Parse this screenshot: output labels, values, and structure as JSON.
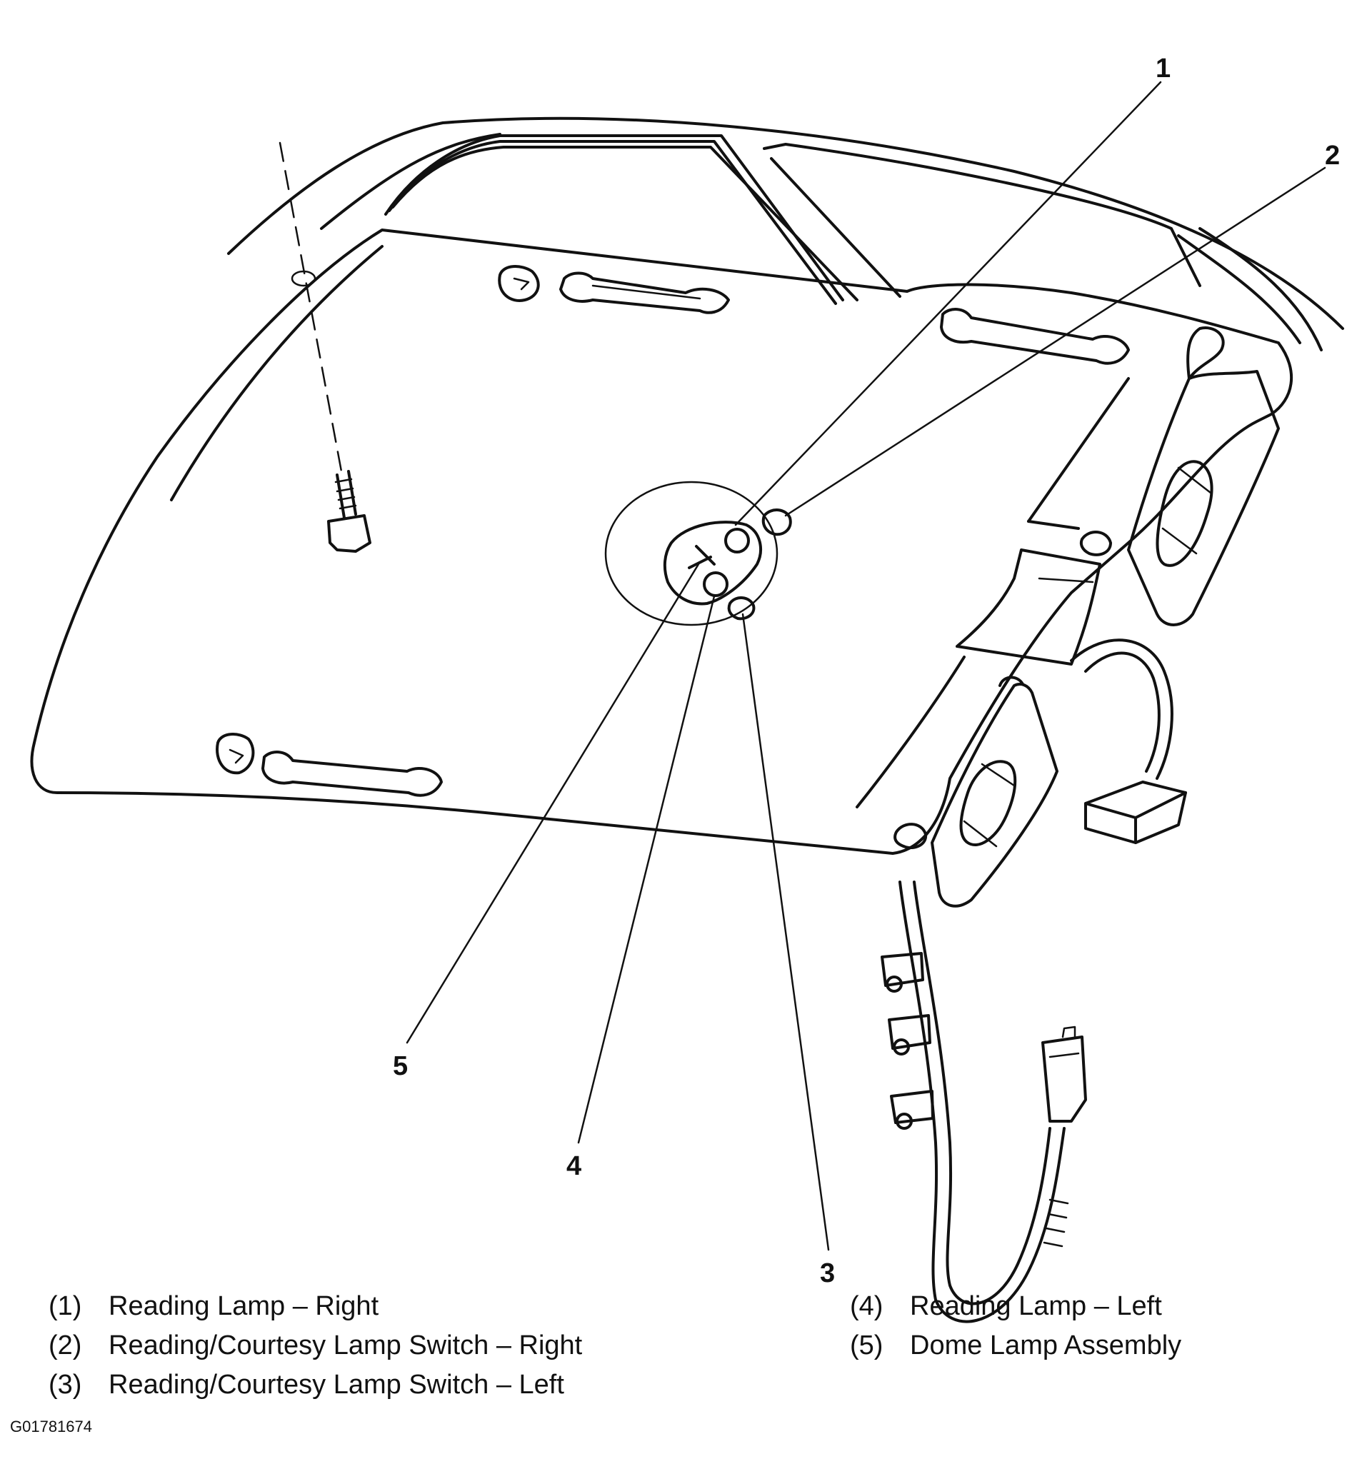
{
  "callouts": [
    {
      "id": "1",
      "label": "1"
    },
    {
      "id": "2",
      "label": "2"
    },
    {
      "id": "3",
      "label": "3"
    },
    {
      "id": "4",
      "label": "4"
    },
    {
      "id": "5",
      "label": "5"
    }
  ],
  "legend": [
    {
      "num": "(1)",
      "text": "Reading Lamp – Right"
    },
    {
      "num": "(2)",
      "text": "Reading/Courtesy Lamp Switch – Right"
    },
    {
      "num": "(3)",
      "text": "Reading/Courtesy Lamp Switch – Left"
    },
    {
      "num": "(4)",
      "text": "Reading Lamp – Left"
    },
    {
      "num": "(5)",
      "text": "Dome Lamp Assembly"
    }
  ],
  "figure_id": "G01781674"
}
